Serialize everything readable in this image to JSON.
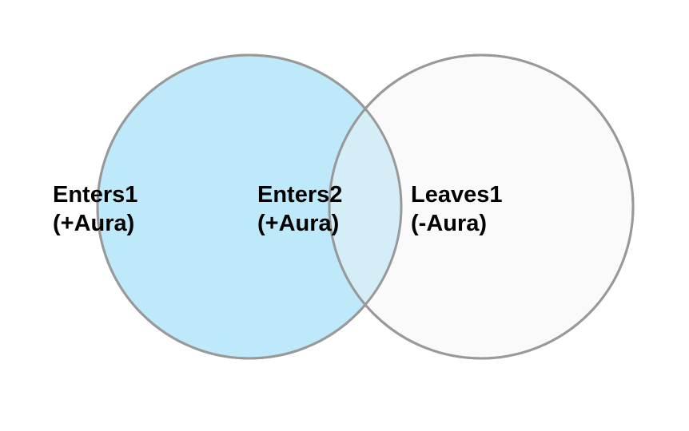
{
  "venn": {
    "left_circle": {
      "fill": "#bde9fb",
      "stroke": "#999999"
    },
    "right_circle": {
      "fill": "#fafafa",
      "stroke": "#999999"
    },
    "overlap_fill": "#d4edf7",
    "labels": [
      {
        "line1": "Enters1",
        "line2": "(+Aura)"
      },
      {
        "line1": "Enters2",
        "line2": "(+Aura)"
      },
      {
        "line1": "Leaves1",
        "line2": "(-Aura)"
      }
    ]
  }
}
